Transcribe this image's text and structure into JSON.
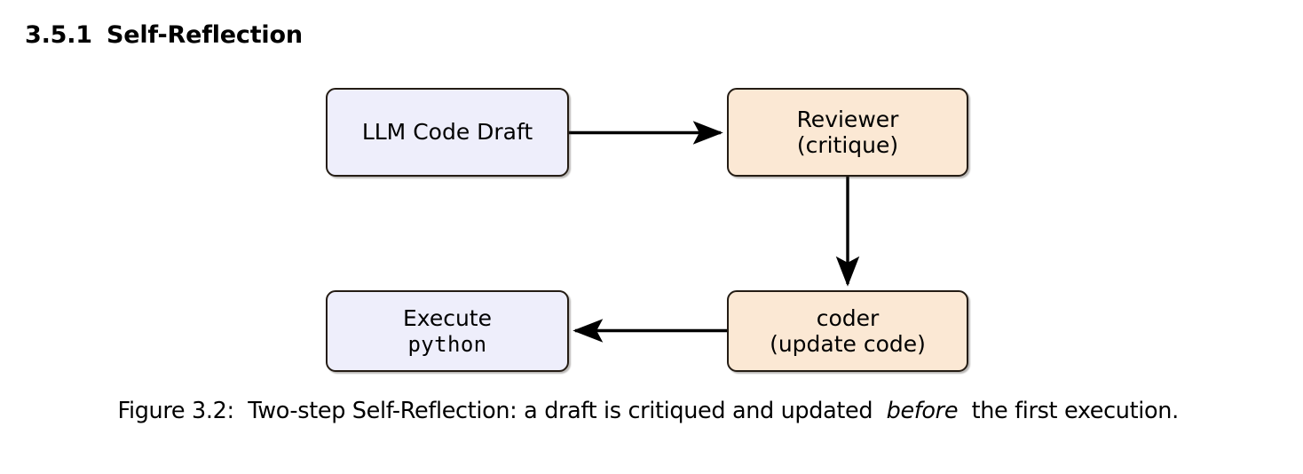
{
  "heading": {
    "number": "3.5.1",
    "title": "Self-Reflection"
  },
  "figure": {
    "nodes": [
      {
        "id": "llm-code-draft",
        "line1": "LLM Code Draft",
        "line2": "",
        "fill": "#eeeefb",
        "style": "blue"
      },
      {
        "id": "reviewer",
        "line1": "Reviewer",
        "line2": "(critique)",
        "fill": "#fbe8d4",
        "style": "peach"
      },
      {
        "id": "execute-python",
        "line1": "Execute",
        "line2": "python",
        "fill": "#eeeefb",
        "style": "blue"
      },
      {
        "id": "coder",
        "line1": "coder",
        "line2": "(update code)",
        "fill": "#fbe8d4",
        "style": "peach"
      }
    ],
    "edges": [
      {
        "id": "draft-to-reviewer",
        "from": "llm-code-draft",
        "to": "reviewer",
        "direction": "right"
      },
      {
        "id": "reviewer-to-coder",
        "from": "reviewer",
        "to": "coder",
        "direction": "down"
      },
      {
        "id": "coder-to-execute",
        "from": "coder",
        "to": "execute-python",
        "direction": "left"
      }
    ],
    "border_color": "#241c14",
    "arrow_color": "#000000"
  },
  "caption": {
    "label": "Figure 3.2:",
    "text_before": "Two-step Self-Reflection: a draft is critiqued and updated",
    "emphasis": "before",
    "text_after": "the first execution."
  }
}
